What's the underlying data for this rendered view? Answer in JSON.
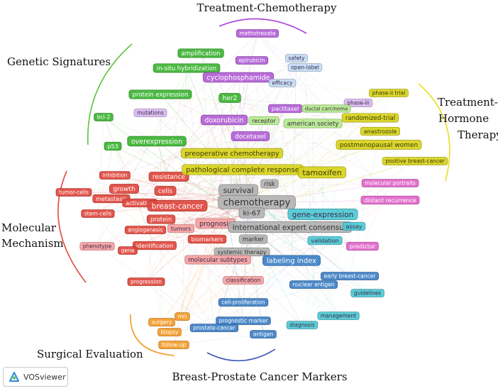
{
  "brand": {
    "name": "VOSviewer"
  },
  "categories": [
    {
      "id": "chemo",
      "lines": [
        "Treatment-Chemotherapy"
      ]
    },
    {
      "id": "genetic",
      "lines": [
        "Genetic Signatures"
      ]
    },
    {
      "id": "hormone",
      "lines": [
        "Treatment-",
        "Hormone",
        "Therapy"
      ]
    },
    {
      "id": "molecular",
      "lines": [
        "Molecular",
        "Mechanism"
      ]
    },
    {
      "id": "surgical",
      "lines": [
        "Surgical Evaluation"
      ]
    },
    {
      "id": "markers",
      "lines": [
        "Breast-Prostate Cancer Markers"
      ]
    }
  ],
  "cluster_colors": {
    "red": "#e0483e",
    "green": "#3cb332",
    "purple": "#b25fd6",
    "lightpurple": "#d9b8ef",
    "yellow": "#d8d21c",
    "lightgreen": "#b5ea8c",
    "grey": "#b2b2b2",
    "cyan": "#4ec8d2",
    "blue": "#3d7fc4",
    "lightblue": "#c6dcf6",
    "pink": "#f5a0a0",
    "magenta": "#e065c8",
    "orange": "#f39a27"
  },
  "nodes": [
    {
      "label": "methotrexate",
      "cluster": "purple"
    },
    {
      "label": "amplification",
      "cluster": "green"
    },
    {
      "label": "epirubicin",
      "cluster": "purple"
    },
    {
      "label": "safety",
      "cluster": "lightblue"
    },
    {
      "label": "in-situ hybridization",
      "cluster": "green"
    },
    {
      "label": "open-label",
      "cluster": "lightblue"
    },
    {
      "label": "cyclophosphamide",
      "cluster": "purple"
    },
    {
      "label": "efficacy",
      "cluster": "lightblue"
    },
    {
      "label": "protein expression",
      "cluster": "green"
    },
    {
      "label": "her2",
      "cluster": "green"
    },
    {
      "label": "phase-ii trial",
      "cluster": "yellow"
    },
    {
      "label": "phase-iii",
      "cluster": "lightpurple"
    },
    {
      "label": "paclitaxel",
      "cluster": "purple"
    },
    {
      "label": "ductal carcinoma",
      "cluster": "lightgreen"
    },
    {
      "label": "mutations",
      "cluster": "lightpurple"
    },
    {
      "label": "bcl-2",
      "cluster": "green"
    },
    {
      "label": "doxorubicin",
      "cluster": "purple"
    },
    {
      "label": "receptor",
      "cluster": "lightgreen"
    },
    {
      "label": "american society",
      "cluster": "lightgreen"
    },
    {
      "label": "randomized-trial",
      "cluster": "yellow"
    },
    {
      "label": "docetaxel",
      "cluster": "purple"
    },
    {
      "label": "anastrozole",
      "cluster": "yellow"
    },
    {
      "label": "overexpression",
      "cluster": "green"
    },
    {
      "label": "postmenopausal women",
      "cluster": "yellow"
    },
    {
      "label": "p53",
      "cluster": "green"
    },
    {
      "label": "preoperative chemotherapy",
      "cluster": "yellow"
    },
    {
      "label": "positive breast-cancer",
      "cluster": "yellow"
    },
    {
      "label": "inhibition",
      "cluster": "red"
    },
    {
      "label": "resistance",
      "cluster": "red"
    },
    {
      "label": "pathological complete response",
      "cluster": "yellow"
    },
    {
      "label": "tamoxifen",
      "cluster": "yellow"
    },
    {
      "label": "risk",
      "cluster": "grey"
    },
    {
      "label": "molecular portraits",
      "cluster": "magenta"
    },
    {
      "label": "growth",
      "cluster": "red"
    },
    {
      "label": "survival",
      "cluster": "grey"
    },
    {
      "label": "tumor-cells",
      "cluster": "red"
    },
    {
      "label": "cells",
      "cluster": "red"
    },
    {
      "label": "metastasis",
      "cluster": "red"
    },
    {
      "label": "chemotherapy",
      "cluster": "grey"
    },
    {
      "label": "distant recurrence",
      "cluster": "magenta"
    },
    {
      "label": "activation",
      "cluster": "red"
    },
    {
      "label": "breast-cancer",
      "cluster": "red"
    },
    {
      "label": "stem-cells",
      "cluster": "red"
    },
    {
      "label": "ki-67",
      "cluster": "grey"
    },
    {
      "label": "gene-expression",
      "cluster": "cyan"
    },
    {
      "label": "protein",
      "cluster": "red"
    },
    {
      "label": "prognosis",
      "cluster": "pink"
    },
    {
      "label": "tumors",
      "cluster": "pink"
    },
    {
      "label": "angiogenesis",
      "cluster": "red"
    },
    {
      "label": "international expert consensus",
      "cluster": "grey"
    },
    {
      "label": "assay",
      "cluster": "cyan"
    },
    {
      "label": "biomarkers",
      "cluster": "red"
    },
    {
      "label": "marker",
      "cluster": "grey"
    },
    {
      "label": "validation",
      "cluster": "cyan"
    },
    {
      "label": "phenotype",
      "cluster": "pink"
    },
    {
      "label": "identification",
      "cluster": "red"
    },
    {
      "label": "gene",
      "cluster": "red"
    },
    {
      "label": "predictor",
      "cluster": "magenta"
    },
    {
      "label": "systemic therapy",
      "cluster": "grey"
    },
    {
      "label": "molecular subtypes",
      "cluster": "pink"
    },
    {
      "label": "labeling index",
      "cluster": "blue"
    },
    {
      "label": "early breast-cancer",
      "cluster": "blue"
    },
    {
      "label": "progression",
      "cluster": "red"
    },
    {
      "label": "classification",
      "cluster": "pink"
    },
    {
      "label": "nuclear antigen",
      "cluster": "blue"
    },
    {
      "label": "guidelines",
      "cluster": "cyan"
    },
    {
      "label": "cell-proliferation",
      "cluster": "blue"
    },
    {
      "label": "mri",
      "cluster": "orange"
    },
    {
      "label": "management",
      "cluster": "cyan"
    },
    {
      "label": "surgery",
      "cluster": "orange"
    },
    {
      "label": "prognostic marker",
      "cluster": "blue"
    },
    {
      "label": "prostate-cancer",
      "cluster": "blue"
    },
    {
      "label": "diagnosis",
      "cluster": "cyan"
    },
    {
      "label": "biopsy",
      "cluster": "orange"
    },
    {
      "label": "antigen",
      "cluster": "blue"
    },
    {
      "label": "follow-up",
      "cluster": "orange"
    }
  ]
}
